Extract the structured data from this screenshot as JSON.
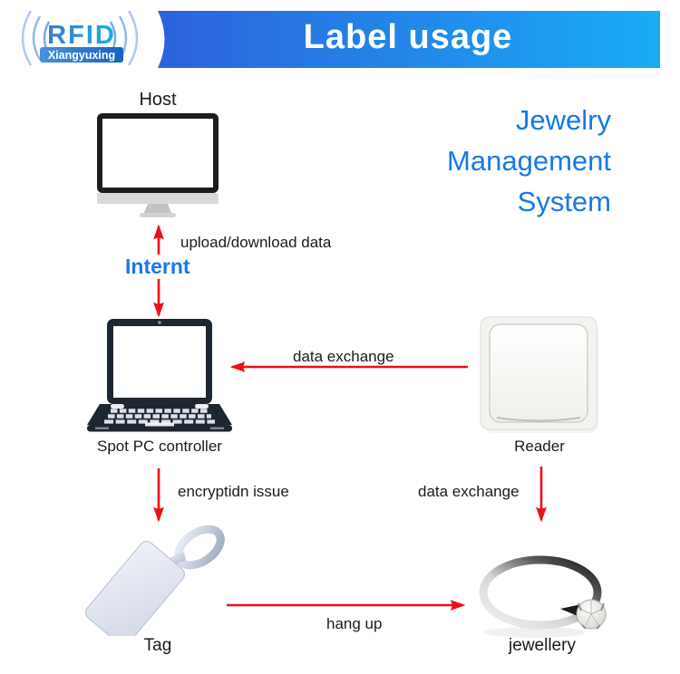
{
  "logo": {
    "brand": "RFID",
    "company": "Xiangyuxing"
  },
  "banner": {
    "title": "Label usage",
    "gradient_left": "#2D62DC",
    "gradient_right": "#19ACF5"
  },
  "headline": {
    "lines": [
      "Jewelry",
      "Management",
      "System"
    ],
    "color": "#1778E8"
  },
  "nodes": {
    "host": {
      "label": "Host"
    },
    "spot_pc": {
      "label": "Spot PC controller"
    },
    "reader": {
      "label": "Reader"
    },
    "tag": {
      "label": "Tag"
    },
    "jewellery": {
      "label": "jewellery"
    }
  },
  "connections": {
    "internet": {
      "label": "Internt",
      "color": "#1778E8"
    },
    "upload_download": {
      "label": "upload/download data"
    },
    "pc_reader": {
      "label": "data exchange"
    },
    "encryption": {
      "label": "encryptidn issue"
    },
    "reader_jewellery": {
      "label": "data exchange"
    },
    "hang_up": {
      "label": "hang up"
    }
  },
  "colors": {
    "arrow": "#E8111C",
    "headline_blue": "#1778E8"
  }
}
